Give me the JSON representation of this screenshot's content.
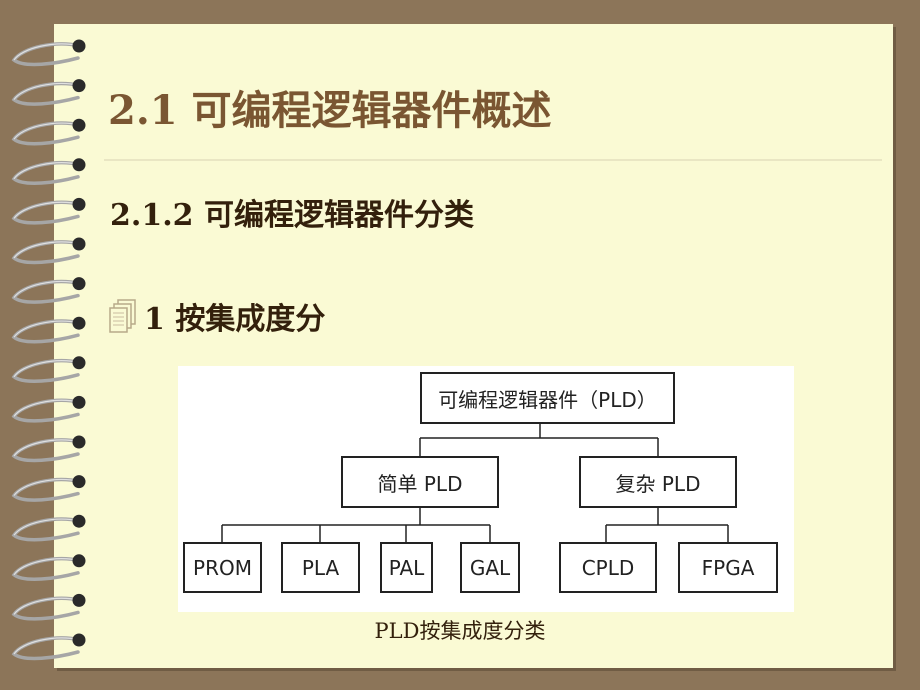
{
  "slide": {
    "title": "2.1 可编程逻辑器件概述",
    "subtitle": "2.1.2 可编程逻辑器件分类",
    "bullet": {
      "icon": "pages-icon",
      "text": "1 按集成度分"
    }
  },
  "diagram": {
    "root": "可编程逻辑器件（PLD）",
    "branches": [
      {
        "label": "简单 PLD",
        "children": [
          "PROM",
          "PLA",
          "PAL",
          "GAL"
        ]
      },
      {
        "label": "复杂 PLD",
        "children": [
          "CPLD",
          "FPGA"
        ]
      }
    ],
    "caption": "PLD按集成度分类"
  },
  "colors": {
    "background": "#8c7559",
    "paper": "#fafad4",
    "title": "#7a5632",
    "text": "#33200c"
  }
}
